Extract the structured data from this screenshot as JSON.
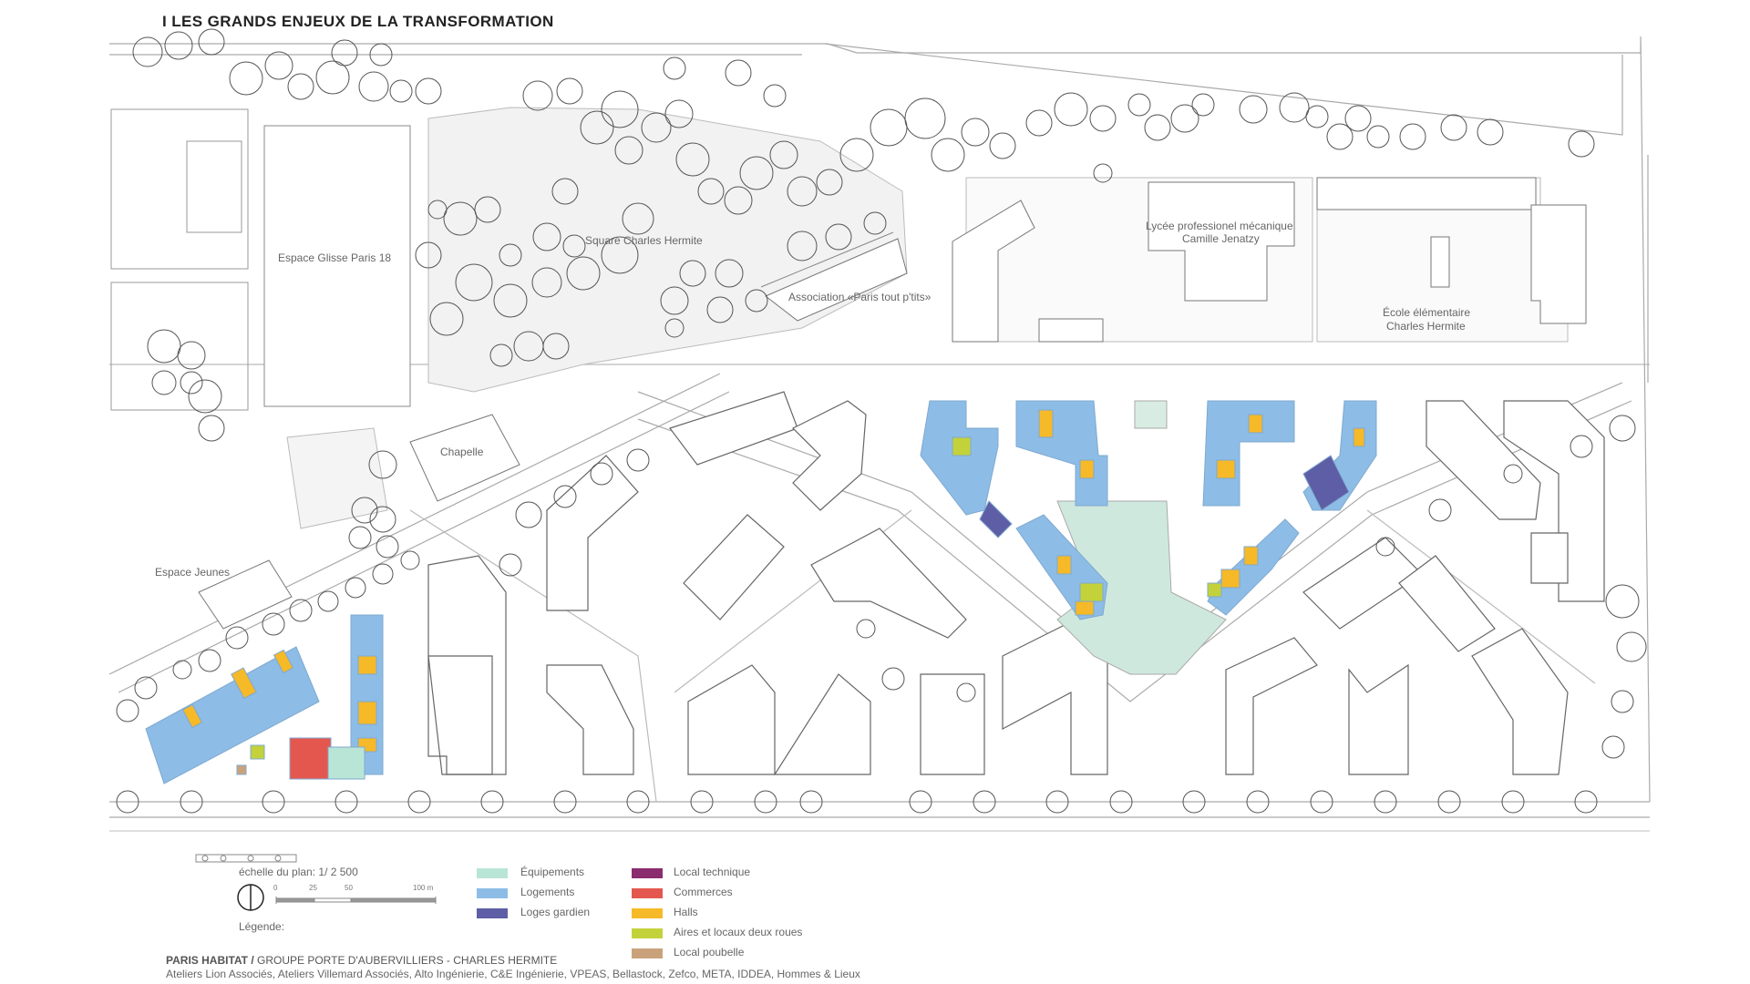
{
  "title": "I  LES GRANDS ENJEUX DE LA TRANSFORMATION",
  "map_labels": {
    "espace_glisse": "Espace Glisse Paris 18",
    "square": "Square Charles Hermite",
    "lycee_line1": "Lycée professionel mécanique",
    "lycee_line2": "Camille Jenatzy",
    "association": "Association «Paris tout p'tits»",
    "ecole_line1": "École élémentaire",
    "ecole_line2": "Charles Hermite",
    "chapelle": "Chapelle",
    "espace_jeunes": "Espace Jeunes"
  },
  "scale": {
    "label": "échelle du plan: 1/ 2 500",
    "ticks": [
      "0",
      "25",
      "50",
      "100 m"
    ]
  },
  "legend_heading": "Légende:",
  "legend": [
    {
      "label": "Équipements",
      "color": "#b9e5d6"
    },
    {
      "label": "Logements",
      "color": "#8dbde6"
    },
    {
      "label": "Loges gardien",
      "color": "#5e5ea6"
    },
    {
      "label": "Local technique",
      "color": "#8b2c6e"
    },
    {
      "label": "Commerces",
      "color": "#e4574e"
    },
    {
      "label": "Halls",
      "color": "#f6b928"
    },
    {
      "label": "Aires et locaux deux roues",
      "color": "#c3d23a"
    },
    {
      "label": "Local poubelle",
      "color": "#c9a27c"
    }
  ],
  "footer": {
    "org": "PARIS HABITAT /",
    "project": " GROUPE PORTE D'AUBERVILLIERS - CHARLES HERMITE",
    "credits": "Ateliers Lion Associés, Ateliers Villemard Associés, Alto Ingénierie, C&E Ingénierie, VPEAS, Bellastock, Zefco, META, IDDEA, Hommes & Lieux"
  }
}
